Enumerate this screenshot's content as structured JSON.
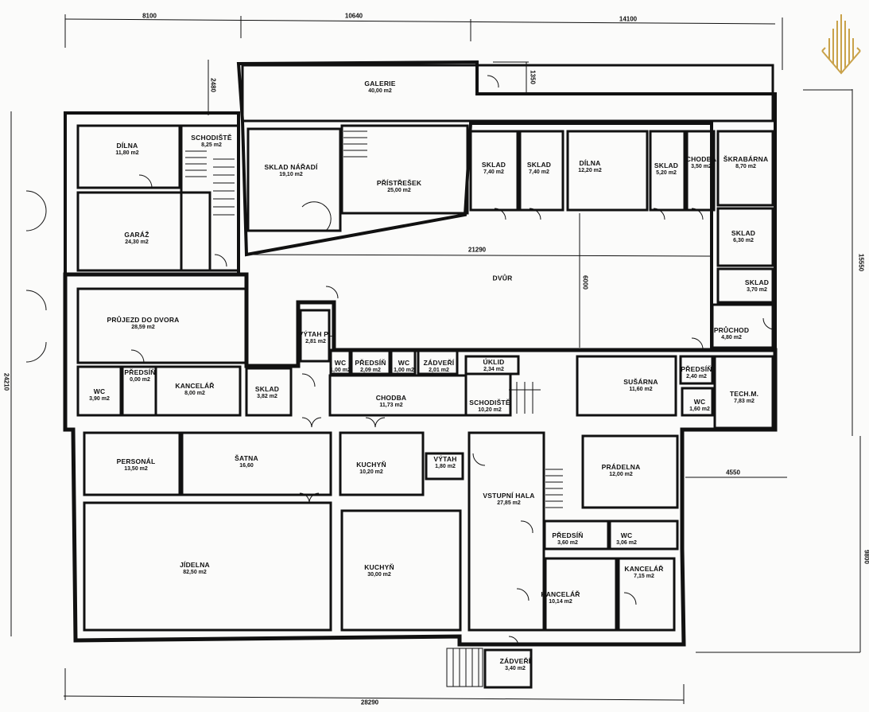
{
  "rooms": [
    {
      "name": "GALERIE",
      "area": "40,00 m2"
    },
    {
      "name": "DÍLNA",
      "area": "11,80 m2"
    },
    {
      "name": "SCHODIŠTĚ",
      "area": "8,25 m2"
    },
    {
      "name": "SKLAD NÁŘADÍ",
      "area": "19,10 m2"
    },
    {
      "name": "PŘÍSTŘEŠEK",
      "area": "25,00 m2"
    },
    {
      "name": "SKLAD",
      "area": "7,40 m2"
    },
    {
      "name": "SKLAD",
      "area": "7,40 m2"
    },
    {
      "name": "DÍLNA",
      "area": "12,20 m2"
    },
    {
      "name": "SKLAD",
      "area": "5,20 m2"
    },
    {
      "name": "CHODBA",
      "area": "3,50 m2"
    },
    {
      "name": "ŠKRABÁRNA",
      "area": "8,70 m2"
    },
    {
      "name": "SKLAD",
      "area": "6,30 m2"
    },
    {
      "name": "SKLAD",
      "area": "3,70 m2"
    },
    {
      "name": "PRŮCHOD",
      "area": "4,80 m2"
    },
    {
      "name": "GARÁŽ",
      "area": "24,30 m2"
    },
    {
      "name": "DVŮR",
      "area": ""
    },
    {
      "name": "PRŮJEZD DO DVORA",
      "area": "28,59 m2"
    },
    {
      "name": "WC",
      "area": "3,90 m2"
    },
    {
      "name": "PŘEDSÍŇ",
      "area": "0,00 m2"
    },
    {
      "name": "KANCELÁŘ",
      "area": "8,00 m2"
    },
    {
      "name": "SKLAD",
      "area": "3,82 m2"
    },
    {
      "name": "VÝTAH PL",
      "area": "2,81 m2"
    },
    {
      "name": "WC",
      "area": "1,00 m2"
    },
    {
      "name": "PŘEDSÍŇ",
      "area": "2,09 m2"
    },
    {
      "name": "WC",
      "area": "1,00 m2"
    },
    {
      "name": "ZÁDVEŘÍ",
      "area": "2,01 m2"
    },
    {
      "name": "CHODBA",
      "area": "11,73 m2"
    },
    {
      "name": "ÚKLID",
      "area": "2,34 m2"
    },
    {
      "name": "SCHODIŠTĚ",
      "area": "10,20 m2"
    },
    {
      "name": "SUŠÁRNA",
      "area": "11,60 m2"
    },
    {
      "name": "PŘEDSÍŇ",
      "area": "2,40 m2"
    },
    {
      "name": "WC",
      "area": "1,60 m2"
    },
    {
      "name": "TECH.M.",
      "area": "7,83 m2"
    },
    {
      "name": "PERSONÁL",
      "area": "13,50 m2"
    },
    {
      "name": "ŠATNA",
      "area": "16,60"
    },
    {
      "name": "KUCHYŇ",
      "area": "10,20 m2"
    },
    {
      "name": "VÝTAH",
      "area": "1,80 m2"
    },
    {
      "name": "VSTUPNÍ HALA",
      "area": "27,85 m2"
    },
    {
      "name": "PRÁDELNA",
      "area": "12,00 m2"
    },
    {
      "name": "PŘEDSÍŇ",
      "area": "3,60 m2"
    },
    {
      "name": "WC",
      "area": "3,06 m2"
    },
    {
      "name": "JÍDELNA",
      "area": "82,50 m2"
    },
    {
      "name": "KUCHYŇ",
      "area": "30,00 m2"
    },
    {
      "name": "KANCELÁŘ",
      "area": "10,14 m2"
    },
    {
      "name": "KANCELÁŘ",
      "area": "7,15 m2"
    },
    {
      "name": "ZÁDVEŘÍ",
      "area": "3,40 m2"
    }
  ],
  "dimensions": [
    "8100",
    "10640",
    "14100",
    "2480",
    "1350",
    "21290",
    "6000",
    "15550",
    "24210",
    "4550",
    "9800",
    "28290"
  ],
  "colors": {
    "wall": "#111111",
    "background": "#fbfbfa",
    "logo": "#c9a24a"
  }
}
